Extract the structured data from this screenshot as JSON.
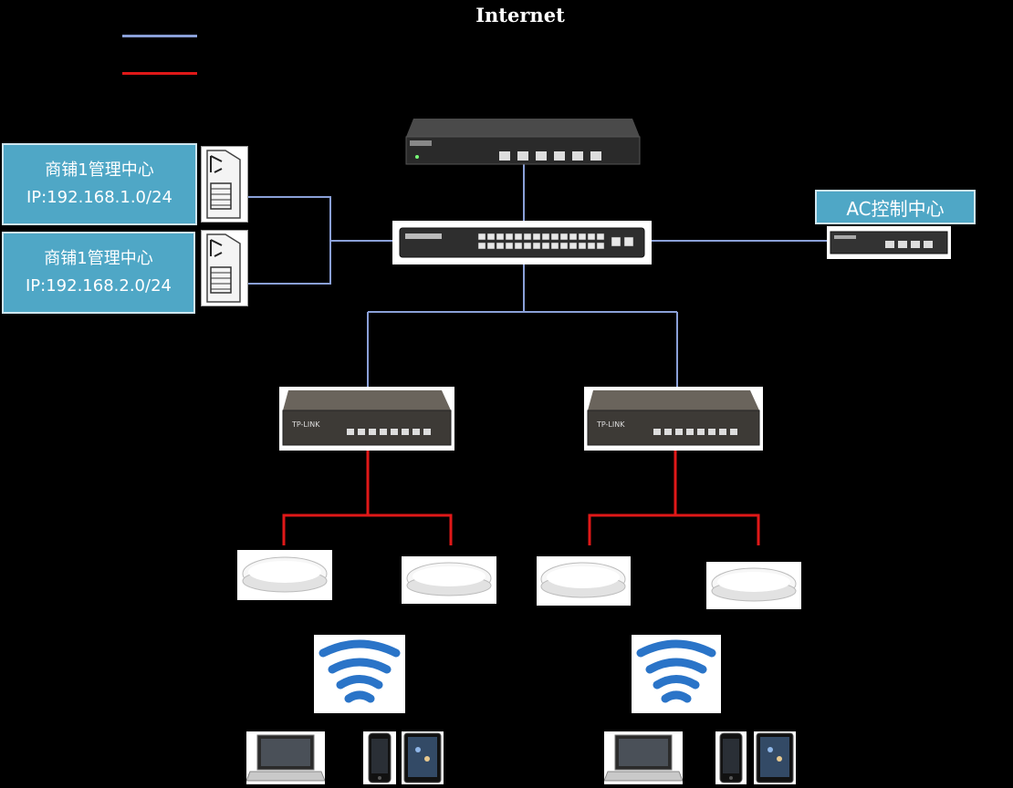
{
  "diagram": {
    "title": "Internet"
  },
  "legend": {
    "items": [
      {
        "color": "#8aa0d8"
      },
      {
        "color": "#e01818"
      }
    ]
  },
  "nodes": {
    "mgmt_center_1": {
      "line1": "商铺1管理中心",
      "line2": "IP:192.168.1.0/24"
    },
    "mgmt_center_2": {
      "line1": "商铺1管理中心",
      "line2": "IP:192.168.2.0/24"
    },
    "ac_center": {
      "label": "AC控制中心"
    }
  },
  "colors": {
    "blue_link": "#8aa0d8",
    "red_link": "#e01818",
    "label_box": "#4fa7c6",
    "wifi": "#2a74c8"
  },
  "icons": [
    "router-icon",
    "core-switch-icon",
    "ac-controller-icon",
    "poe-switch-icon",
    "access-point-icon",
    "wifi-icon",
    "laptop-icon",
    "phone-icon",
    "tablet-icon",
    "server-icon"
  ]
}
